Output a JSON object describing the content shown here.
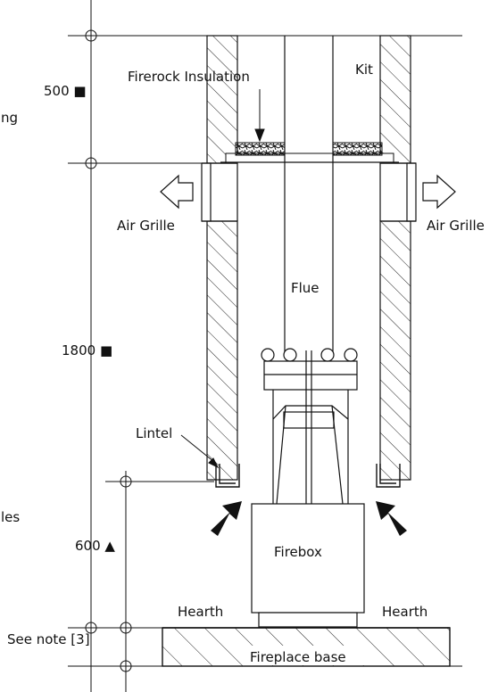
{
  "labels": {
    "firerock_insulation": "Firerock Insulation",
    "air_grille_left": "Air Grille",
    "air_grille_right": "Air Grille",
    "flue": "Flue",
    "lintel": "Lintel",
    "firebox": "Firebox",
    "hearth_left": "Hearth",
    "hearth_right": "Hearth",
    "fireplace_base": "Fireplace base",
    "see_note": "See note [3]"
  },
  "edge_fragments": {
    "kit": "Kit",
    "ng": "ng",
    "les": "les"
  },
  "dimensions": {
    "d500": "500 ■",
    "d1800": "1800 ■",
    "d600": "600 ▲"
  }
}
